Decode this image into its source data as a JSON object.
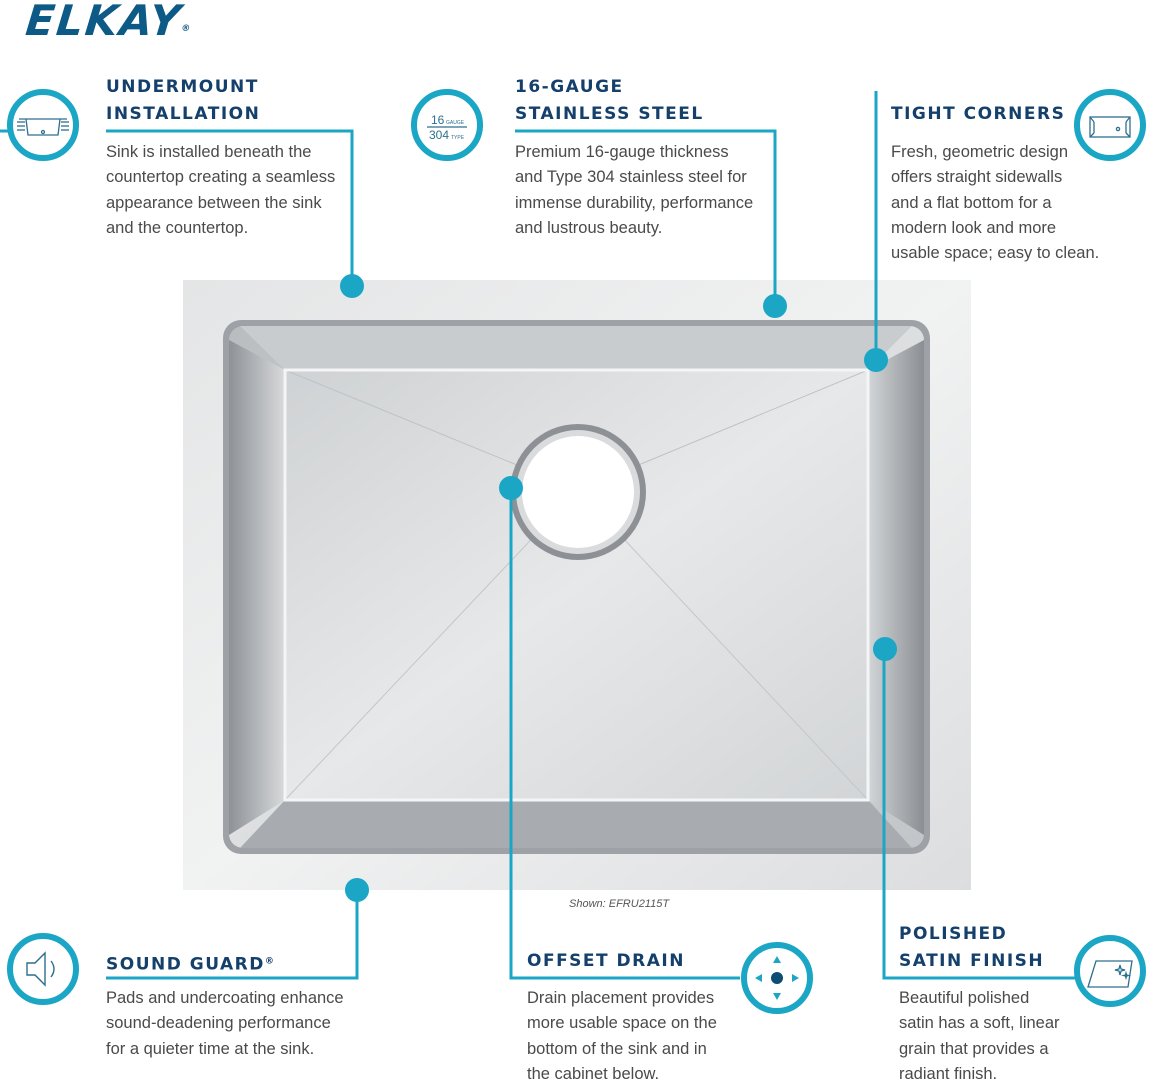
{
  "brand": {
    "logo": "ELKAY",
    "trademark": "®"
  },
  "features": {
    "undermount": {
      "title_line1": "UNDERMOUNT",
      "title_line2": "INSTALLATION",
      "body": [
        "Sink is installed beneath the",
        "countertop creating a seamless",
        "appearance between the sink",
        "and the countertop."
      ]
    },
    "gauge": {
      "title_line1": "16-GAUGE",
      "title_line2": "STAINLESS STEEL",
      "body": [
        "Premium 16-gauge thickness",
        "and Type 304 stainless steel for",
        "immense durability, performance",
        "and lustrous beauty."
      ],
      "icon_top": "16",
      "icon_top_small": "GAUGE",
      "icon_bottom": "304",
      "icon_bottom_small": "TYPE"
    },
    "corners": {
      "title": "TIGHT CORNERS",
      "body": [
        "Fresh, geometric design",
        "offers straight sidewalls",
        "and a flat bottom for a",
        "modern look and more",
        "usable space; easy to clean."
      ]
    },
    "sound": {
      "title": "SOUND GUARD",
      "title_mark": "®",
      "body": [
        "Pads and undercoating enhance",
        "sound-deadening performance",
        "for a quieter time at the sink."
      ]
    },
    "drain": {
      "title": "OFFSET DRAIN",
      "body": [
        "Drain placement provides",
        "more usable space on the",
        "bottom of the sink and in",
        "the cabinet below."
      ]
    },
    "finish": {
      "title_line1": "POLISHED",
      "title_line2": "SATIN FINISH",
      "body": [
        "Beautiful polished",
        "satin has a soft, linear",
        "grain that provides a",
        "radiant finish."
      ]
    }
  },
  "caption": "Shown: EFRU2115T",
  "colors": {
    "accent": "#1aa6c4",
    "heading": "#14406b",
    "logo": "#0d5a86"
  }
}
